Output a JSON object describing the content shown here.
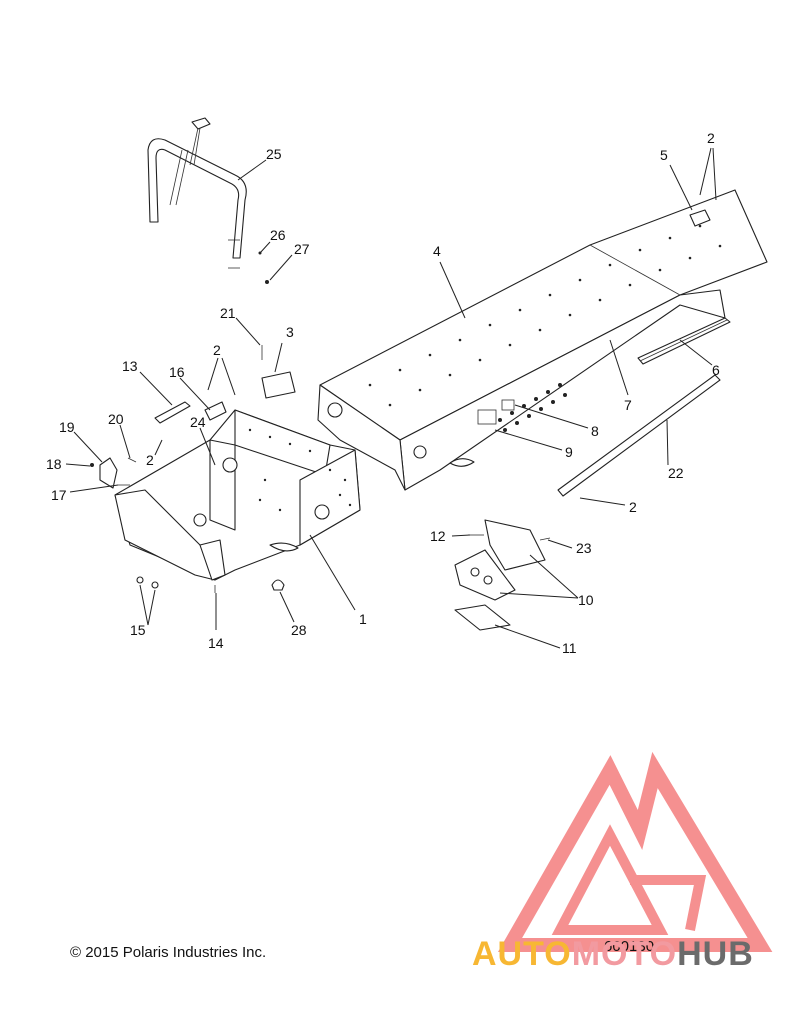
{
  "copyright": "© 2015 Polaris Industries Inc.",
  "drawing_number": "600130",
  "watermark": {
    "part1": "AUTO",
    "part2": "MOTO",
    "part3": "HUB"
  },
  "callouts": {
    "c1": "1",
    "c2a": "2",
    "c2b": "2",
    "c2c": "2",
    "c2d": "2",
    "c3": "3",
    "c4": "4",
    "c5": "5",
    "c6": "6",
    "c7": "7",
    "c8": "8",
    "c9": "9",
    "c10": "10",
    "c11": "11",
    "c12": "12",
    "c13": "13",
    "c14": "14",
    "c15": "15",
    "c16": "16",
    "c17": "17",
    "c18": "18",
    "c19": "19",
    "c20": "20",
    "c21": "21",
    "c22": "22",
    "c23": "23",
    "c24": "24",
    "c25": "25",
    "c26": "26",
    "c27": "27",
    "c28": "28"
  },
  "colors": {
    "watermark_red": "#f26b6b",
    "watermark_gold": "#f7b733",
    "watermark_grey": "#6b6b6b"
  }
}
